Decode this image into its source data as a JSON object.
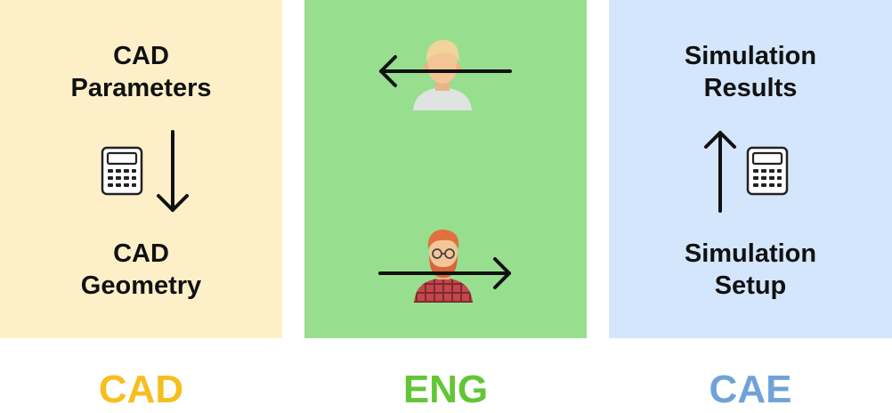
{
  "panels": {
    "cad": {
      "top_line1": "CAD",
      "top_line2": "Parameters",
      "bottom_line1": "CAD",
      "bottom_line2": "Geometry",
      "icon": "calculator-icon",
      "arrow": "down"
    },
    "eng": {
      "top_icon": "engineer-avatar-icon",
      "bottom_icon": "engineer-bearded-avatar-icon",
      "top_arrow": "left",
      "bottom_arrow": "right"
    },
    "cae": {
      "top_line1": "Simulation",
      "top_line2": "Results",
      "bottom_line1": "Simulation",
      "bottom_line2": "Setup",
      "icon": "calculator-icon",
      "arrow": "up"
    }
  },
  "footer": {
    "cad": "CAD",
    "eng": "ENG",
    "cae": "CAE"
  },
  "colors": {
    "cad_panel": "#fdf0c9",
    "eng_panel": "#97df8f",
    "cae_panel": "#d4e6fb",
    "cad_label": "#f6be1e",
    "eng_label": "#63c636",
    "cae_label": "#6fa3d7"
  }
}
